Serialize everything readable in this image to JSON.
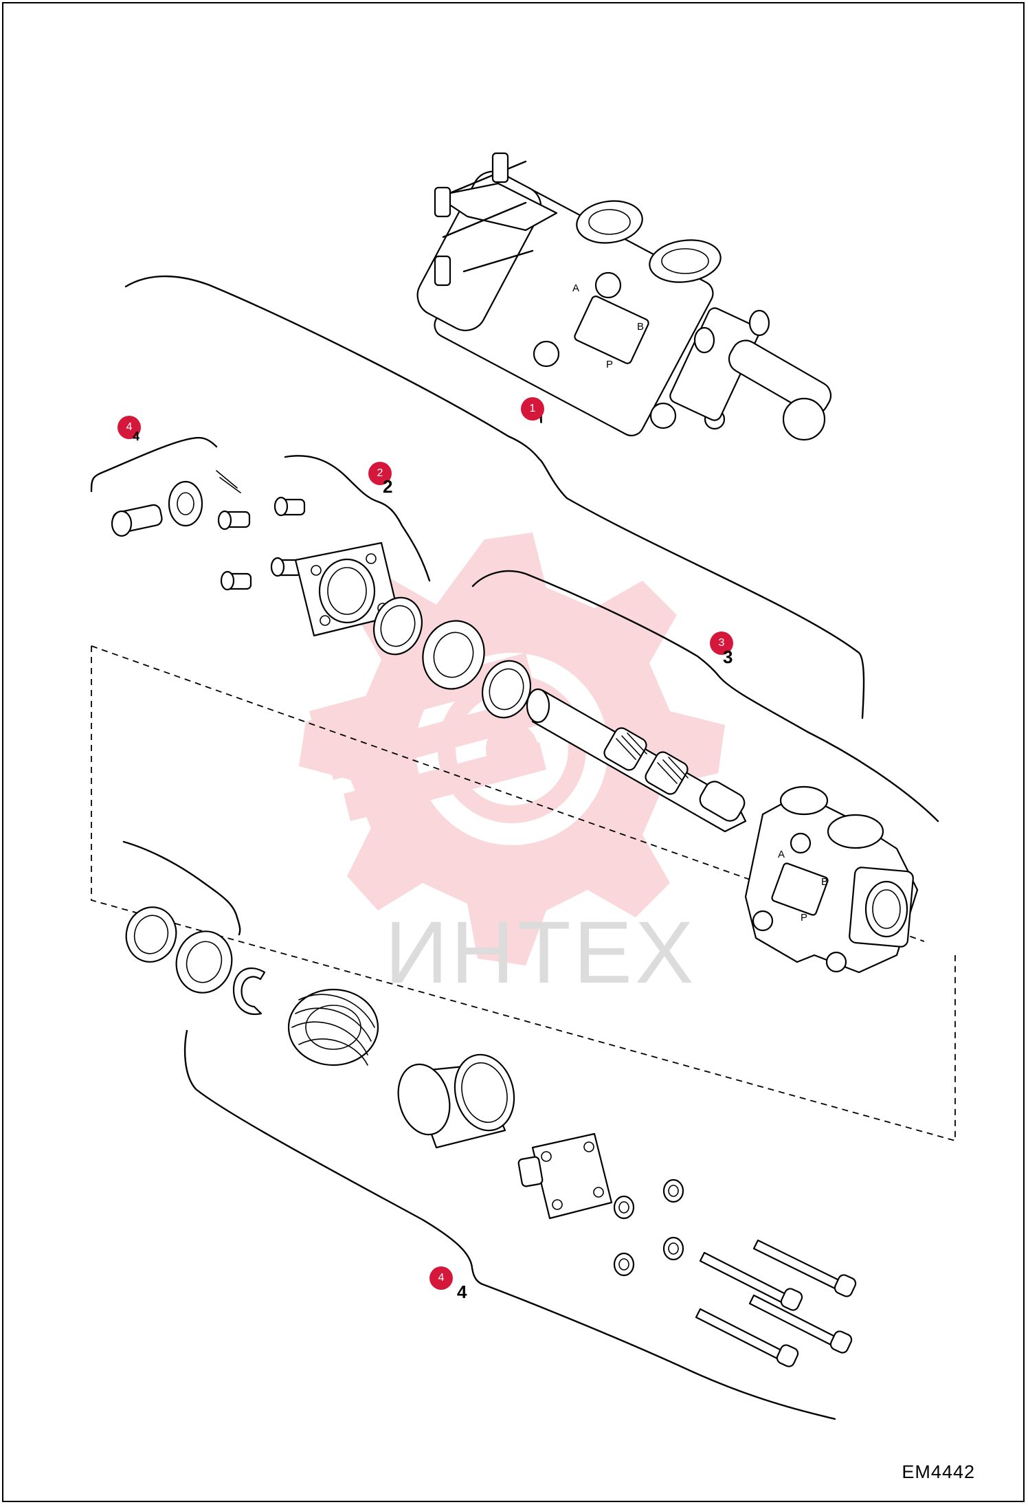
{
  "diagram": {
    "code": "EM4442",
    "watermark_text": "ИНТЕХ",
    "colors": {
      "marker": "#d4173a",
      "watermark": "#f7c9cd",
      "line": "#000000"
    },
    "markers": [
      {
        "id": "1",
        "printed_number": ""
      },
      {
        "id": "2",
        "printed_number": "2"
      },
      {
        "id": "3",
        "printed_number": "3"
      },
      {
        "id": "4",
        "printed_number": "4"
      },
      {
        "id": "4",
        "printed_number": "4"
      }
    ],
    "port_labels": {
      "a": "A",
      "b": "B",
      "p": "P"
    }
  }
}
